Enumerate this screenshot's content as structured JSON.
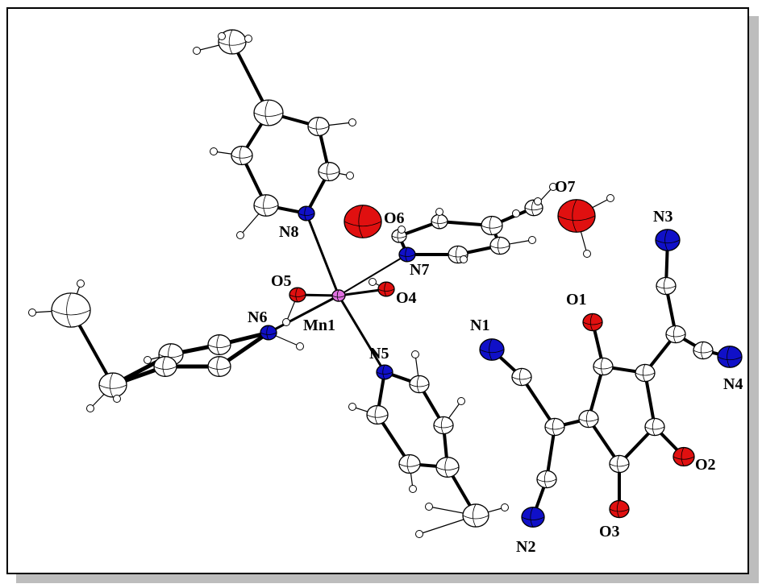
{
  "colors": {
    "carbon": "#ffffff",
    "hydrogen": "#ffffff",
    "nitrogen": "#1010c8",
    "oxygen": "#e01010",
    "manganese": "#e070e0",
    "outline": "#000000",
    "frame_shadow": "#bdbdbd"
  },
  "atom_labels": {
    "Mn1": "Mn1",
    "N1": "N1",
    "N2": "N2",
    "N3": "N3",
    "N4": "N4",
    "N5": "N5",
    "N6": "N6",
    "N7": "N7",
    "N8": "N8",
    "O1": "O1",
    "O2": "O2",
    "O3": "O3",
    "O4": "O4",
    "O5": "O5",
    "O6": "O6",
    "O7": "O7"
  }
}
